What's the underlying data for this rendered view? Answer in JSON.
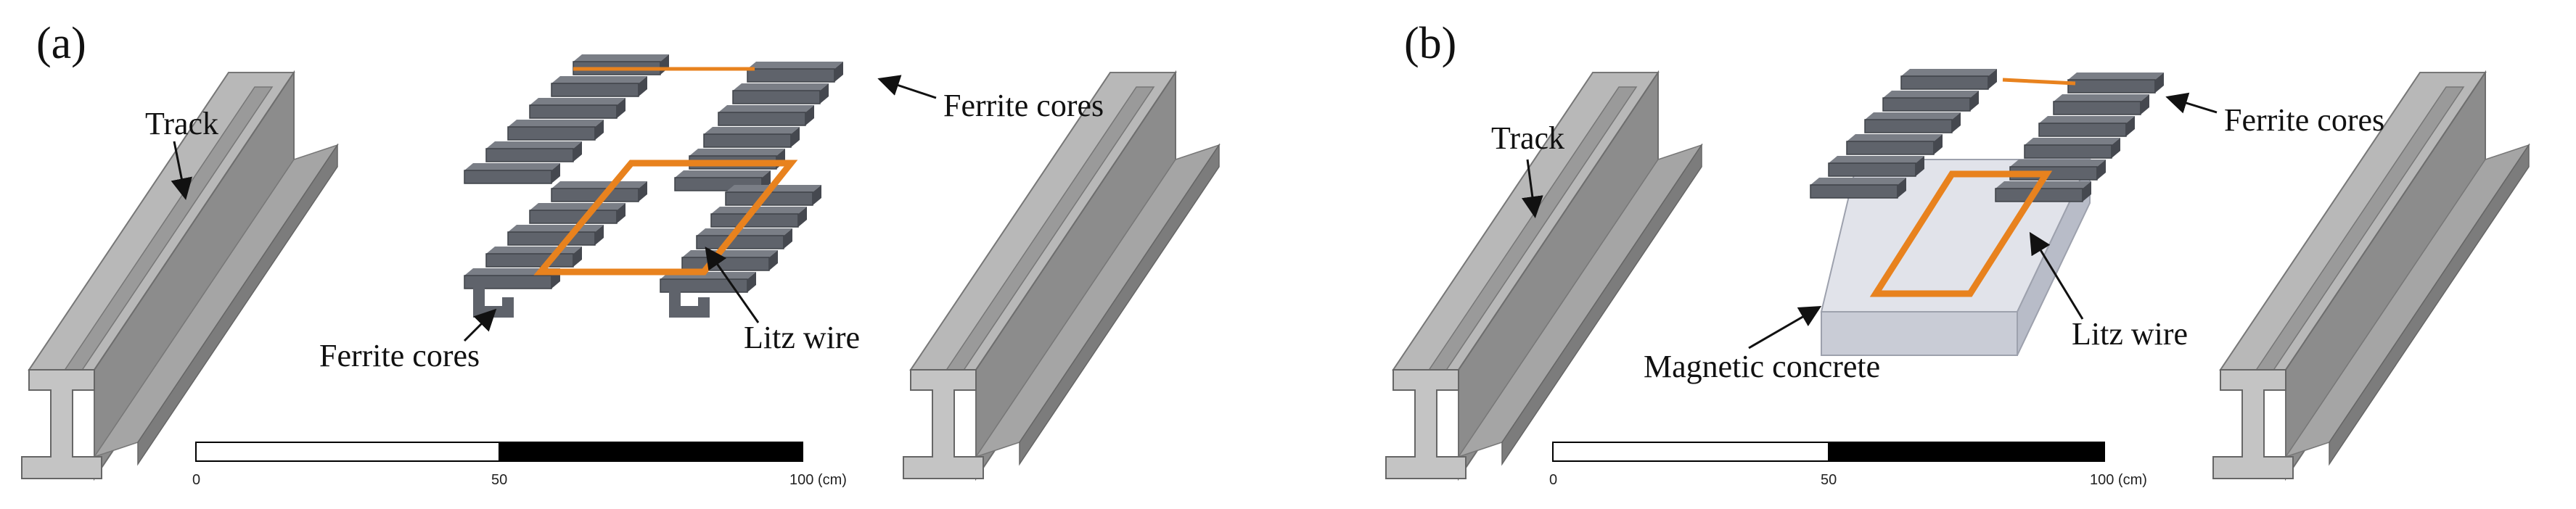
{
  "panels": [
    {
      "label": "(a)",
      "callouts": {
        "track": "Track",
        "ferrite_top": "Ferrite cores",
        "ferrite_bottom": "Ferrite cores",
        "litz": "Litz wire"
      },
      "scale": {
        "ticks": [
          "0",
          "50",
          "100 (cm)"
        ]
      }
    },
    {
      "label": "(b)",
      "callouts": {
        "track": "Track",
        "ferrite_top": "Ferrite cores",
        "litz": "Litz wire",
        "concrete": "Magnetic concrete"
      },
      "scale": {
        "ticks": [
          "0",
          "50",
          "100 (cm)"
        ]
      }
    }
  ],
  "colors": {
    "rail_top": "#bdbdbd",
    "rail_side": "#8f8f8f",
    "rail_dark": "#6e6e6e",
    "ferrite": "#5f636b",
    "ferrite_dark": "#45484f",
    "litz": "#e8821e",
    "concrete": "#c9ccd6",
    "scale_black": "#000000"
  },
  "icons": [
    "rail-icon",
    "ferrite-core-icon",
    "litz-coil-icon",
    "arrow-icon"
  ]
}
